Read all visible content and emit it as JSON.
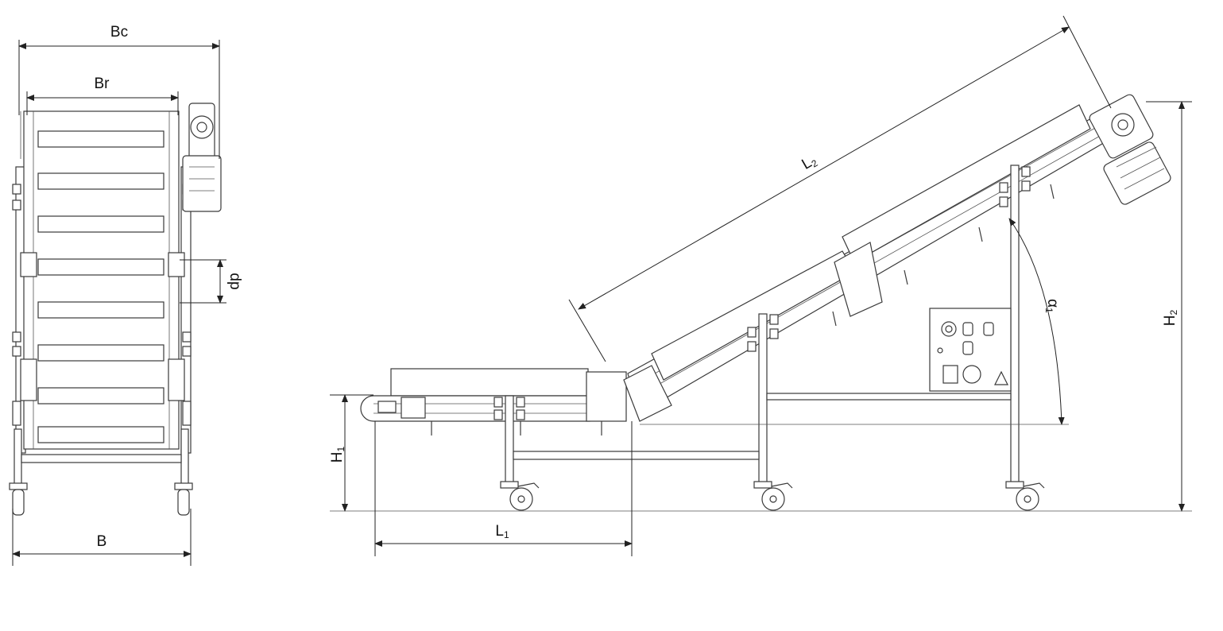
{
  "labels": {
    "bc": "Bc",
    "br": "Br",
    "dp": "dp",
    "b": "B",
    "h1_main": "H",
    "h1_sub": "1",
    "l1_main": "L",
    "l1_sub": "1",
    "l2_main": "L",
    "l2_sub": "2",
    "h2_main": "H",
    "h2_sub": "2",
    "alpha_main": "α",
    "alpha_sub": "1"
  },
  "colors": {
    "line": "#3a3a3a",
    "background": "#ffffff"
  }
}
